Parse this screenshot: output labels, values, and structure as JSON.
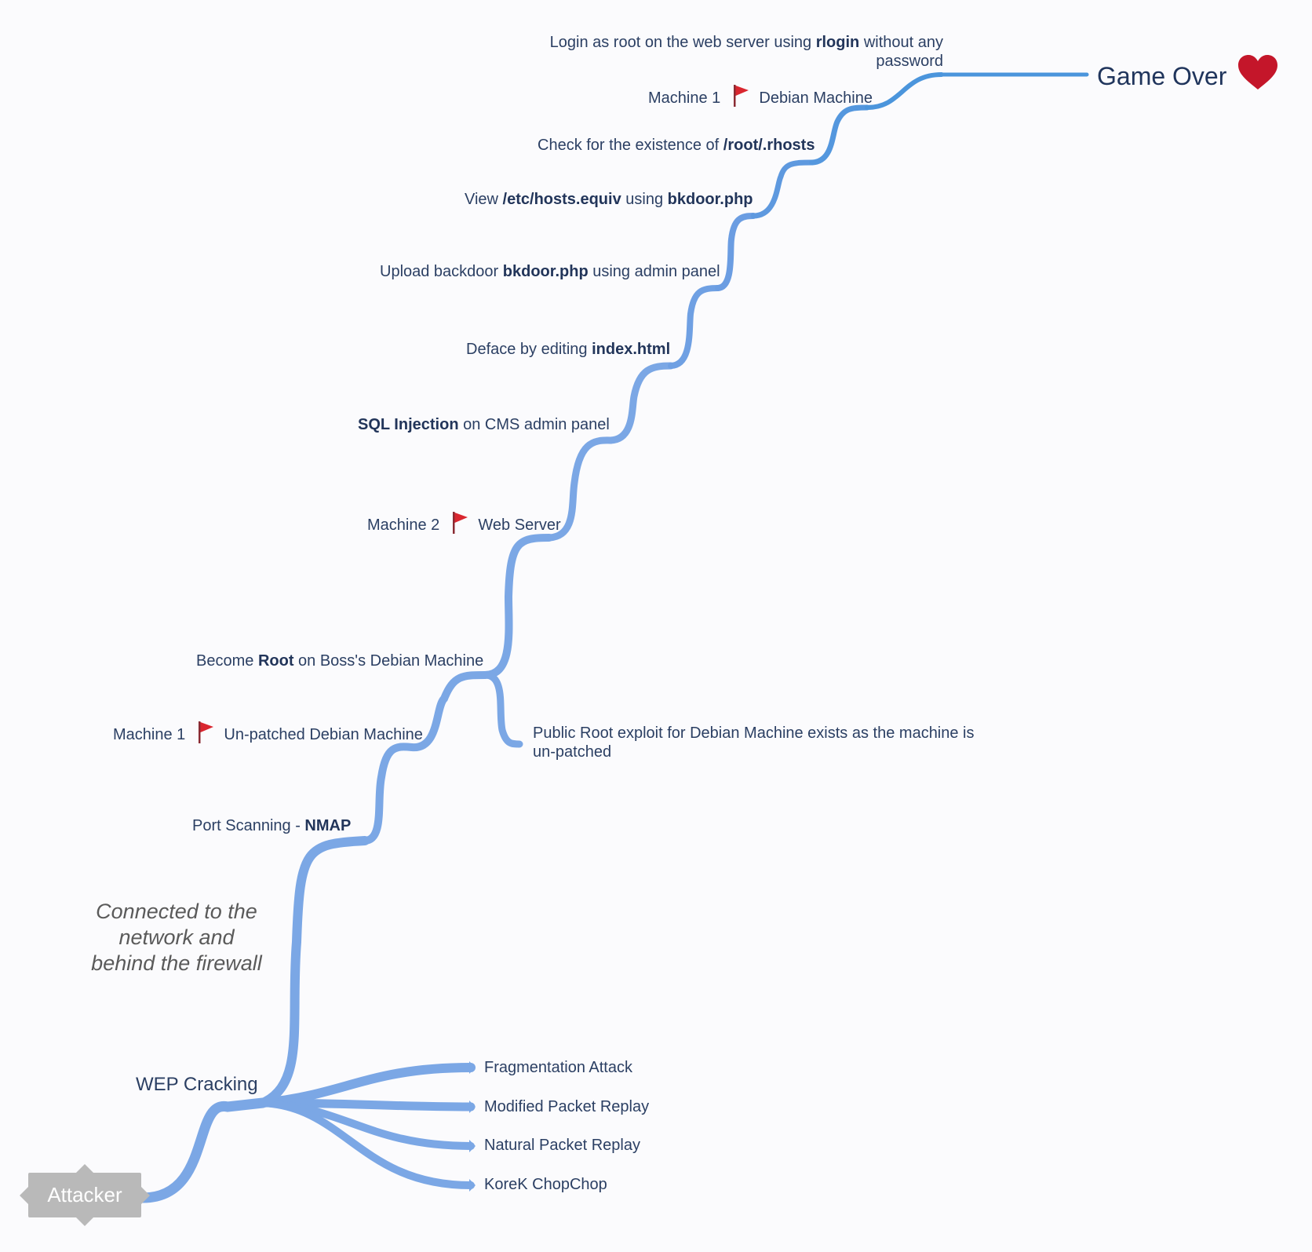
{
  "diagram": {
    "root": "Attacker",
    "goal": "Game Over",
    "note": "Connected to the network and behind the firewall",
    "wep": {
      "label": "WEP Cracking",
      "methods": [
        "Fragmentation Attack",
        "Modified Packet Replay",
        "Natural Packet Replay",
        "KoreK ChopChop"
      ]
    },
    "port_scan": {
      "text": "Port Scanning - ",
      "bold": "NMAP"
    },
    "machine1_unpatched": {
      "machine": "Machine 1",
      "desc": "Un-patched Debian Machine"
    },
    "become_root": {
      "pre": "Become ",
      "bold": "Root",
      "post": " on Boss's Debian Machine"
    },
    "exploit": {
      "line1": "Public Root exploit for Debian Machine exists as the machine is",
      "line2": "un-patched"
    },
    "machine2": {
      "machine": "Machine 2",
      "desc": "Web Server"
    },
    "sqli": {
      "bold": "SQL Injection",
      "post": " on CMS admin panel"
    },
    "deface": {
      "pre": "Deface by editing ",
      "bold": "index.html"
    },
    "upload": {
      "pre": "Upload backdoor ",
      "bold": "bkdoor.php",
      "post": " using admin panel"
    },
    "view": {
      "pre": "View ",
      "bold1": "/etc/hosts.equiv",
      "mid": " using ",
      "bold2": "bkdoor.php"
    },
    "check": {
      "pre": "Check for the existence of ",
      "bold": "/root/.rhosts"
    },
    "machine1_debian": {
      "machine": "Machine 1",
      "desc": "Debian Machine"
    },
    "login": {
      "pre": "Login as root on the web server using ",
      "bold": "rlogin",
      "post": " without any",
      "line2": "password"
    }
  },
  "colors": {
    "branch_blue": "#78a6e6",
    "trunk_blue": "#4b95dc",
    "text": "#2b3f63",
    "flag_red": "#d9262f",
    "heart_red": "#c4162a",
    "attacker_gray": "#b9b9b9",
    "note_gray": "#5a5a5a"
  },
  "icons": [
    "flag-icon",
    "heart-icon",
    "branch-arrow-icon"
  ]
}
